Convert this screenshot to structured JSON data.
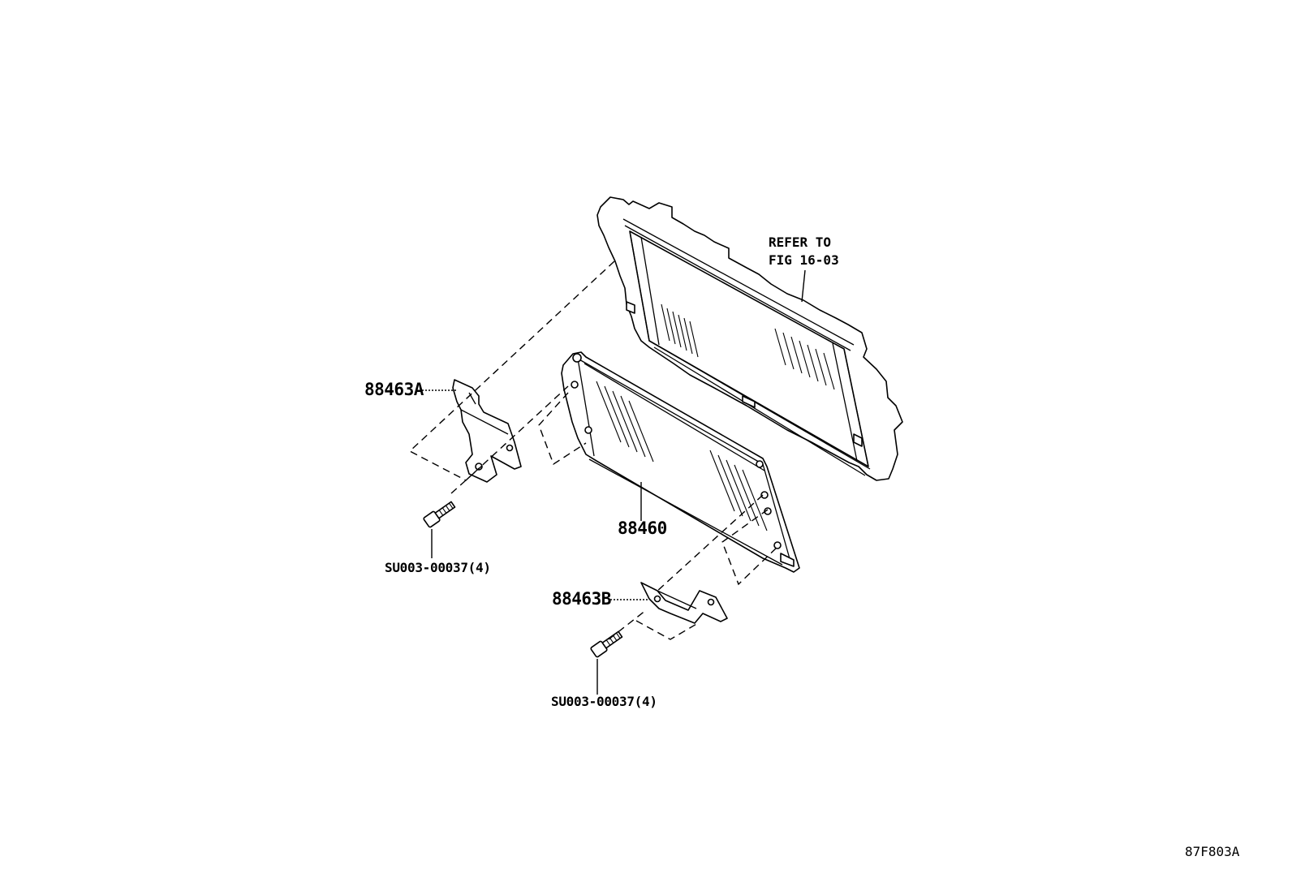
{
  "labels": {
    "refer_line1": "REFER TO",
    "refer_line2": "FIG 16-03",
    "bracket_a": "88463A",
    "condenser": "88460",
    "bracket_b": "88463B",
    "bolt_upper": "SU003-00037(4)",
    "bolt_lower": "SU003-00037(4)",
    "figure_code": "87F803A"
  }
}
